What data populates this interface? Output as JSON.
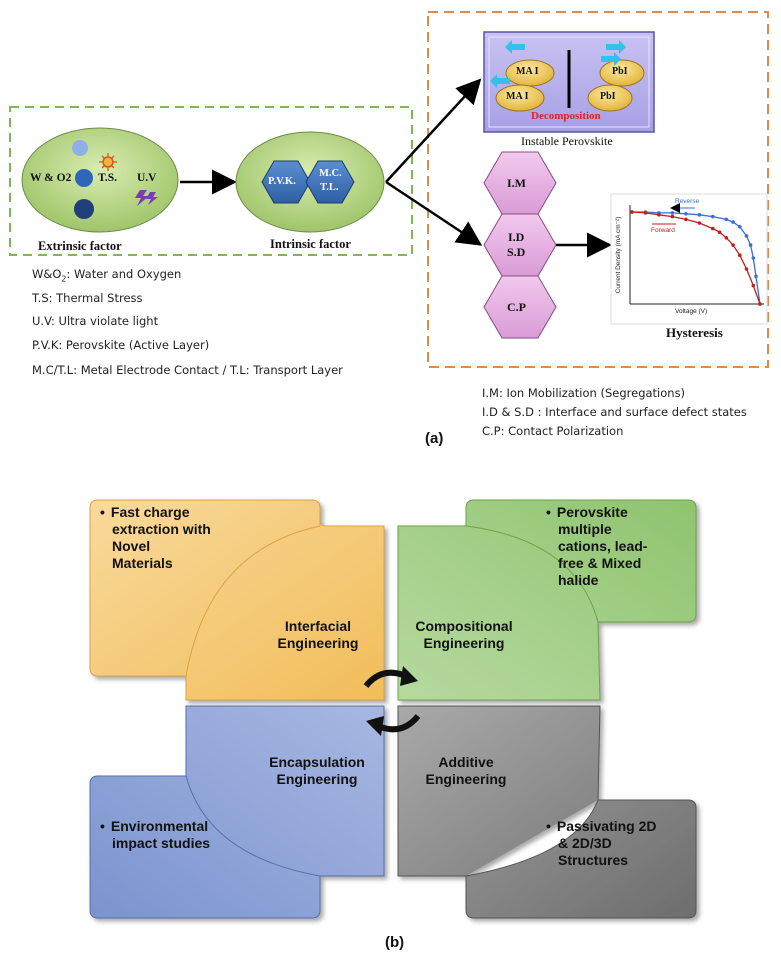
{
  "panel_a": {
    "label": "(a)",
    "extrinsic": {
      "title": "Extrinsic factor",
      "wo2": "W & O2",
      "ts": "T.S.",
      "uv": "U.V"
    },
    "intrinsic": {
      "title": "Intrinsic factor",
      "pvk": "P.V.K.",
      "mc_line1": "M.C.",
      "mc_line2": "T.L."
    },
    "perovskite": {
      "title": "Instable Perovskite",
      "mai_top": "MA I",
      "mai_bottom": "MA I",
      "pbi_top": "PbI",
      "pbi_bottom": "PbI",
      "decomposition": "Decomposition"
    },
    "hexagons": {
      "im": "I.M",
      "id_line1": "I.D",
      "id_line2": "S.D",
      "cp": "C.P"
    },
    "hysteresis": {
      "title": "Hysteresis",
      "ylabel": "Current Density (mA cm⁻²)",
      "xlabel": "Voltage (V)",
      "reverse": "Reverse",
      "forward": "Forward"
    },
    "legend_left": {
      "wo2_prefix": "W&O",
      "wo2_sub": "2",
      "wo2_rest": ": Water and Oxygen",
      "ts": "T.S: Thermal Stress",
      "uv": "U.V: Ultra violate light",
      "pvk": "P.V.K:  Perovskite (Active Layer)",
      "mc": "M.C/T.L:  Metal Electrode Contact / T.L: Transport Layer"
    },
    "legend_right": {
      "im": "I.M: Ion Mobilization (Segregations)",
      "id": "I.D & S.D : Interface and surface defect states",
      "cp": "C.P:  Contact Polarization"
    }
  },
  "panel_b": {
    "label": "(b)",
    "top_left": {
      "bullet": "•",
      "text_lines": [
        "Fast charge",
        "extraction with",
        "Novel",
        "Materials"
      ],
      "title_lines": [
        "Interfacial",
        "Engineering"
      ],
      "color": "#f6cc7a"
    },
    "top_right": {
      "bullet": "•",
      "text_lines": [
        "Perovskite",
        "multiple",
        "cations, lead-",
        "free & Mixed",
        "halide"
      ],
      "title_lines": [
        "Compositional",
        "Engineering"
      ],
      "color": "#94c97a"
    },
    "bottom_left": {
      "bullet": "•",
      "text_lines": [
        "Environmental",
        "impact studies"
      ],
      "title_lines": [
        "Encapsulation",
        "Engineering"
      ],
      "color": "#8aa0d4"
    },
    "bottom_right": {
      "bullet": "•",
      "text_lines": [
        "Passivating 2D",
        "& 2D/3D",
        "Structures"
      ],
      "title_lines": [
        "Additive",
        "Engineering"
      ],
      "color": "#8c8c8c"
    }
  },
  "hysteresis_chart": {
    "type": "line",
    "xlabel": "Voltage (V)",
    "ylabel": "Current Density (mA cm⁻²)",
    "series": [
      {
        "name": "Reverse",
        "color": "#3a6fd0",
        "x": [
          0.0,
          0.1,
          0.2,
          0.3,
          0.4,
          0.5,
          0.6,
          0.7,
          0.75,
          0.8,
          0.85,
          0.88,
          0.9,
          0.92,
          0.95
        ],
        "y": [
          1.0,
          1.0,
          0.99,
          0.99,
          0.98,
          0.97,
          0.95,
          0.92,
          0.89,
          0.84,
          0.74,
          0.64,
          0.5,
          0.3,
          0.0
        ]
      },
      {
        "name": "Forward",
        "color": "#c0221a",
        "x": [
          0.0,
          0.1,
          0.2,
          0.3,
          0.4,
          0.5,
          0.6,
          0.65,
          0.7,
          0.75,
          0.8,
          0.85,
          0.9,
          0.95
        ],
        "y": [
          1.0,
          0.99,
          0.97,
          0.95,
          0.92,
          0.88,
          0.82,
          0.78,
          0.72,
          0.64,
          0.53,
          0.38,
          0.2,
          0.0
        ]
      }
    ]
  }
}
